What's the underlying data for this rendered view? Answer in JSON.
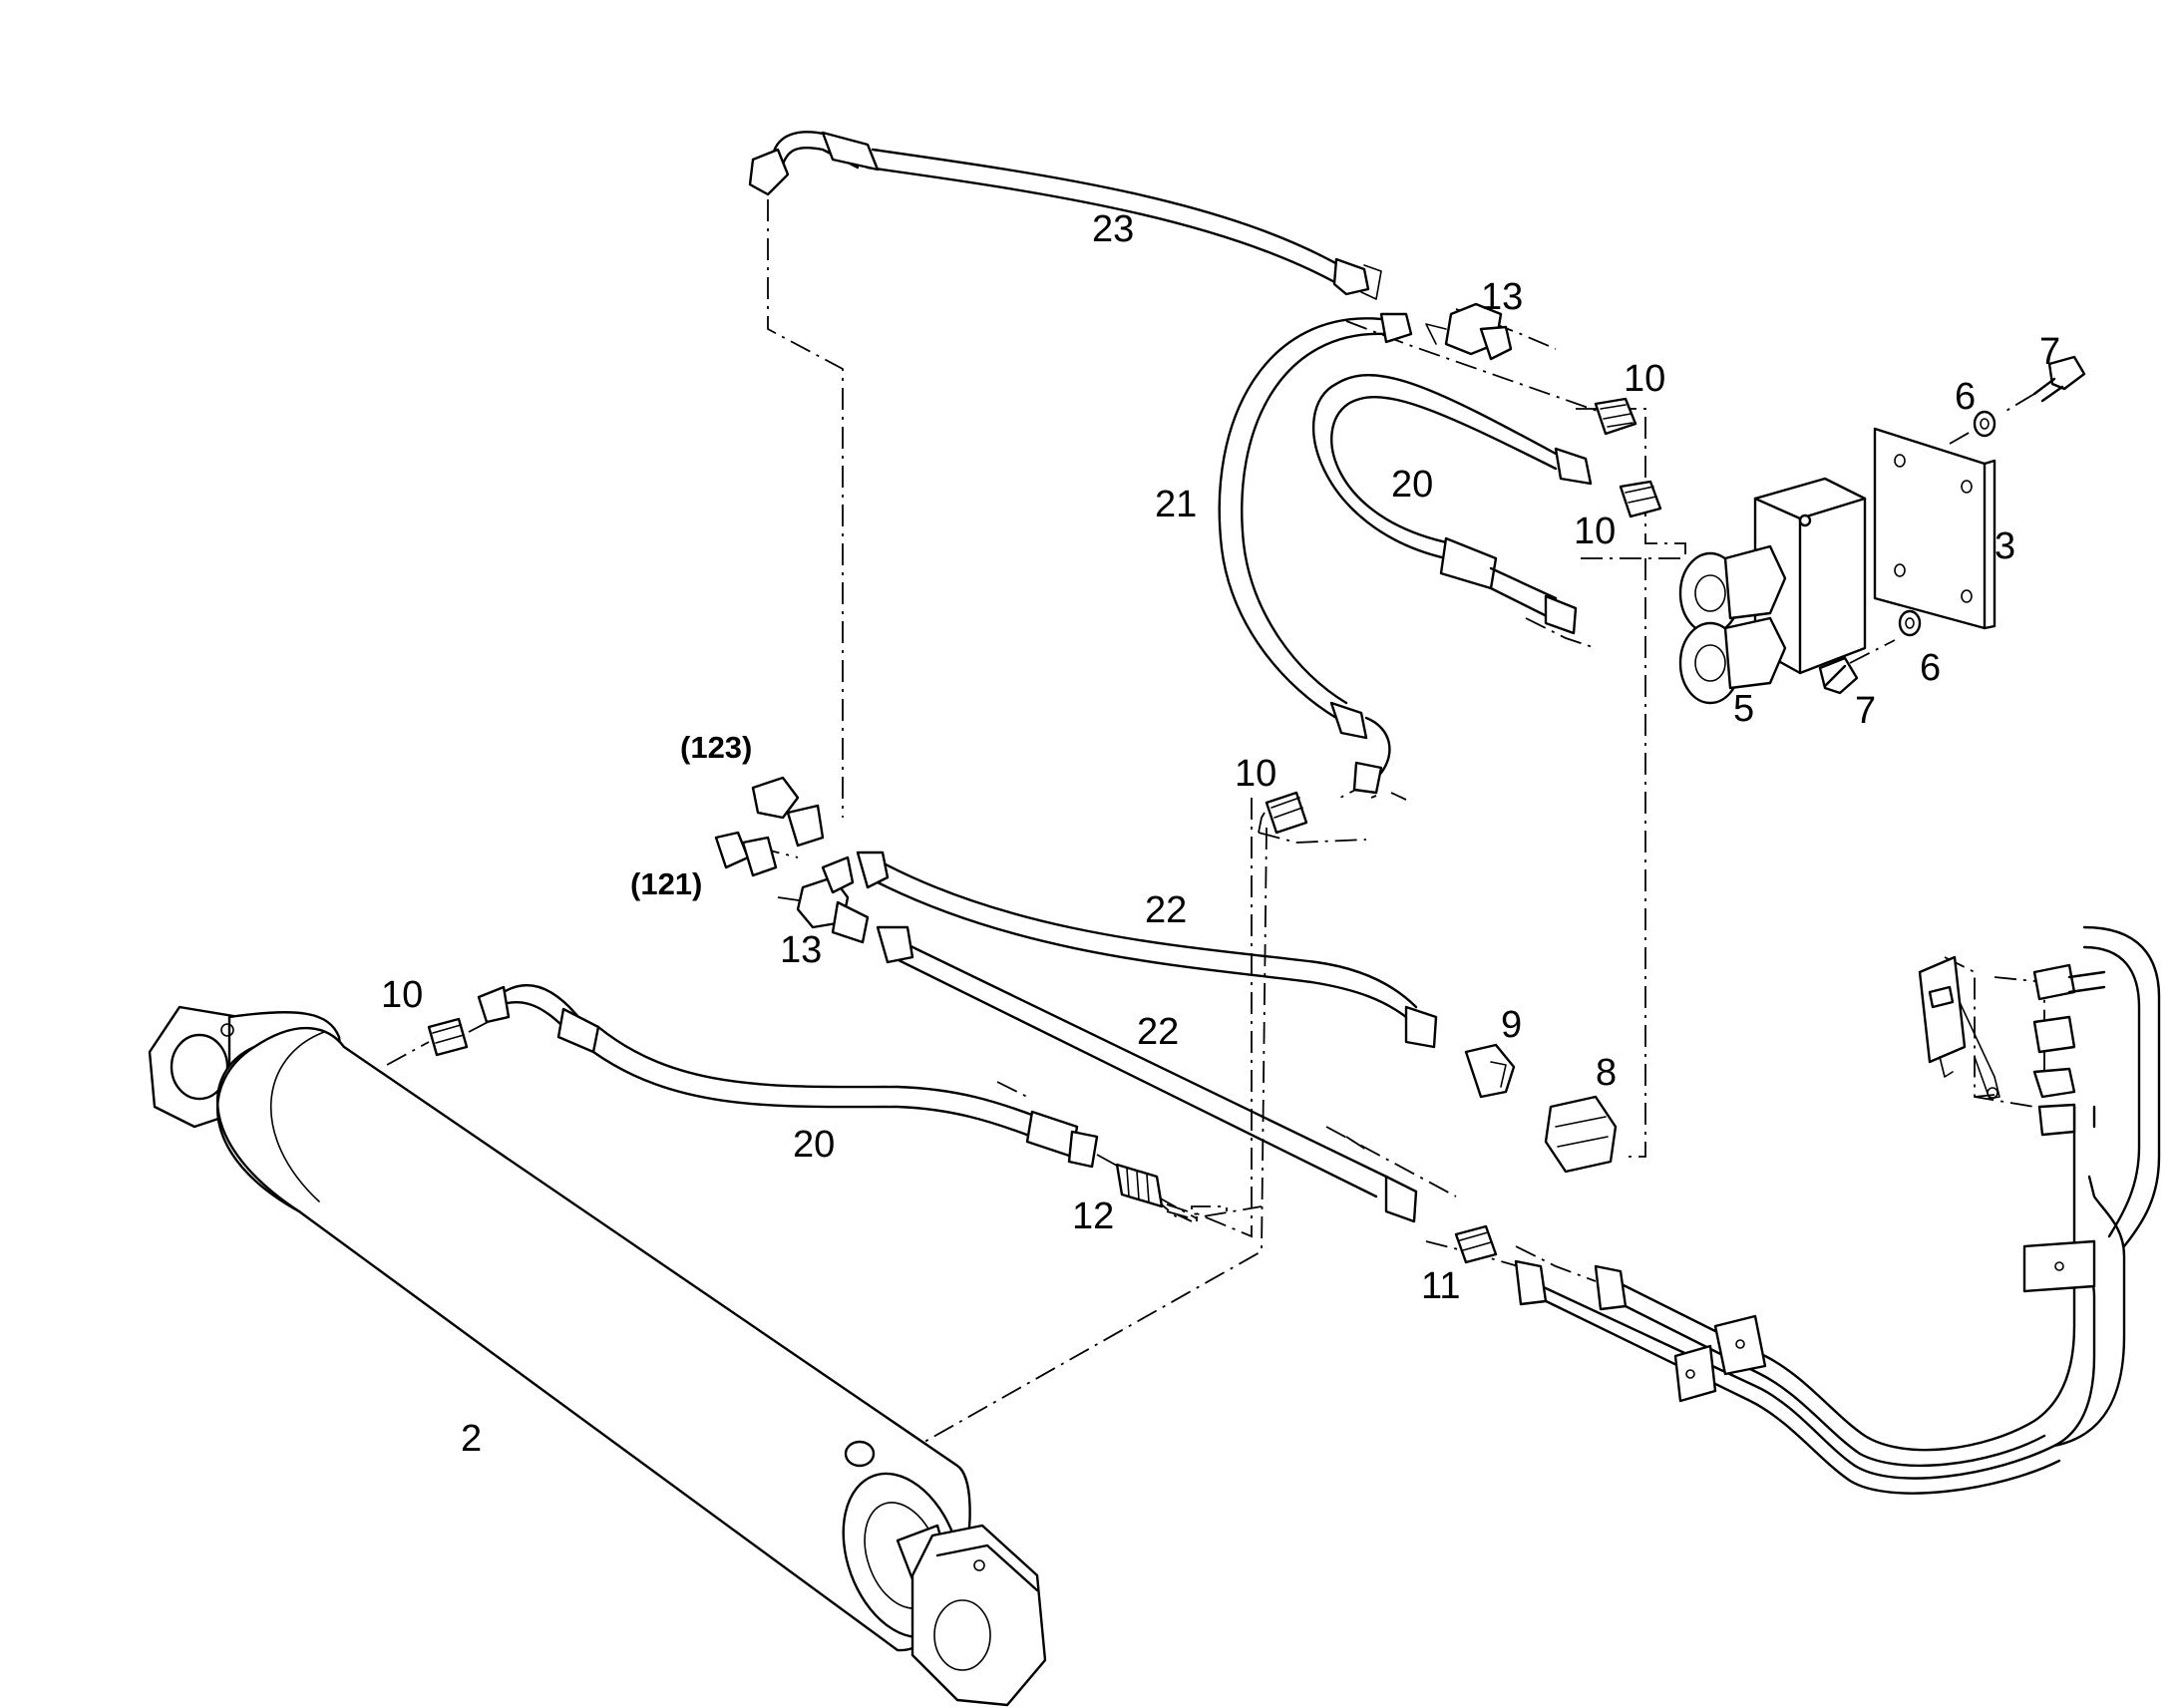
{
  "labels": {
    "p2": "2",
    "p3": "3",
    "p5": "5",
    "p6a": "6",
    "p6b": "6",
    "p7a": "7",
    "p7b": "7",
    "p8": "8",
    "p9": "9",
    "p10a": "10",
    "p10b": "10",
    "p10c": "10",
    "p10d": "10",
    "p11": "11",
    "p12": "12",
    "p13a": "13",
    "p13b": "13",
    "p20a": "20",
    "p20b": "20",
    "p21": "21",
    "p22a": "22",
    "p22b": "22",
    "p23": "23",
    "ref121": "(121)",
    "ref123": "(123)"
  }
}
